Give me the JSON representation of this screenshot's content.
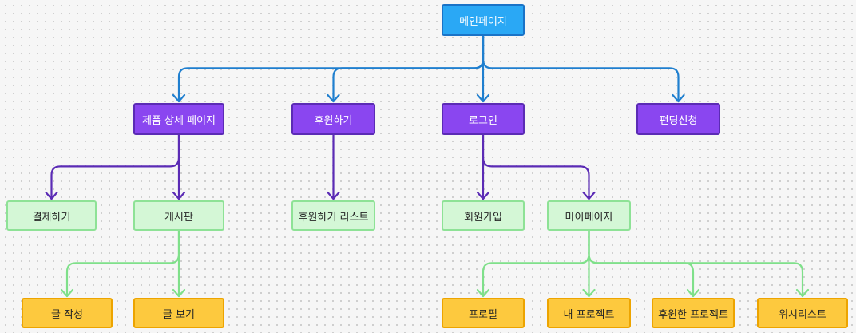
{
  "colors": {
    "background": "#f6f6f6",
    "edge_blue": "#1f7fcf",
    "edge_purple": "#5b2bb5",
    "edge_green": "#7fe08a",
    "node_blue": "#2aa8f5",
    "node_purple": "#8a46f0",
    "node_green": "#d4f7d6",
    "node_yellow": "#fdc93e"
  },
  "nodes": [
    {
      "id": "main",
      "label": "메인페이지",
      "level": 0
    },
    {
      "id": "product_detail",
      "label": "제품 상세 페이지",
      "level": 1
    },
    {
      "id": "sponsor",
      "label": "후원하기",
      "level": 1
    },
    {
      "id": "login",
      "label": "로그인",
      "level": 1
    },
    {
      "id": "funding_apply",
      "label": "펀딩신청",
      "level": 1
    },
    {
      "id": "payment",
      "label": "결제하기",
      "level": 2
    },
    {
      "id": "board",
      "label": "게시판",
      "level": 2
    },
    {
      "id": "sponsor_list",
      "label": "후원하기 리스트",
      "level": 2
    },
    {
      "id": "signup",
      "label": "회원가입",
      "level": 2
    },
    {
      "id": "mypage",
      "label": "마이페이지",
      "level": 2
    },
    {
      "id": "write_post",
      "label": "글 작성",
      "level": 3
    },
    {
      "id": "view_post",
      "label": "글 보기",
      "level": 3
    },
    {
      "id": "profile",
      "label": "프로필",
      "level": 3
    },
    {
      "id": "my_projects",
      "label": "내 프로젝트",
      "level": 3
    },
    {
      "id": "sponsored_projects",
      "label": "후원한 프로젝트",
      "level": 3
    },
    {
      "id": "wishlist",
      "label": "위시리스트",
      "level": 3
    }
  ],
  "edges": [
    {
      "from": "main",
      "to": "product_detail"
    },
    {
      "from": "main",
      "to": "sponsor"
    },
    {
      "from": "main",
      "to": "login"
    },
    {
      "from": "main",
      "to": "funding_apply"
    },
    {
      "from": "product_detail",
      "to": "payment"
    },
    {
      "from": "product_detail",
      "to": "board"
    },
    {
      "from": "sponsor",
      "to": "sponsor_list"
    },
    {
      "from": "login",
      "to": "signup"
    },
    {
      "from": "login",
      "to": "mypage"
    },
    {
      "from": "board",
      "to": "write_post"
    },
    {
      "from": "board",
      "to": "view_post"
    },
    {
      "from": "mypage",
      "to": "profile"
    },
    {
      "from": "mypage",
      "to": "my_projects"
    },
    {
      "from": "mypage",
      "to": "sponsored_projects"
    },
    {
      "from": "mypage",
      "to": "wishlist"
    }
  ]
}
